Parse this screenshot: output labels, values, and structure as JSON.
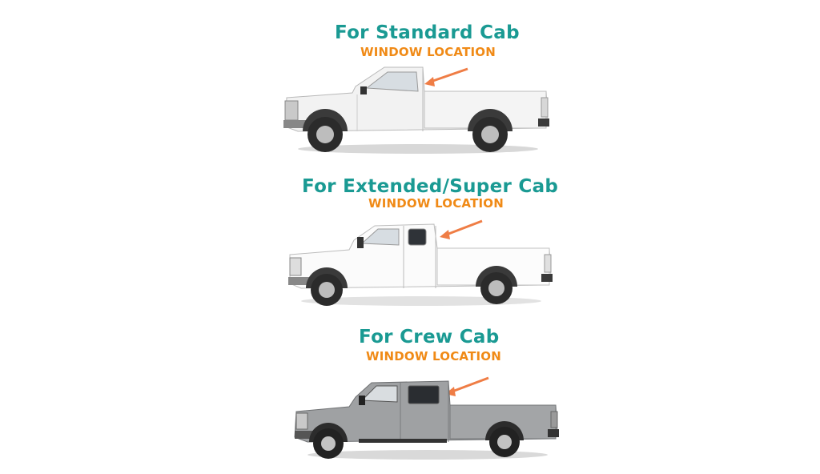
{
  "colors": {
    "title": "#1a9a93",
    "subtitle": "#f08a16",
    "arrow": "#ef7d45"
  },
  "sections": [
    {
      "title": "For Standard Cab",
      "subtitle": "WINDOW LOCATION",
      "truck_color": "#f2f2f2"
    },
    {
      "title": "For Extended/Super Cab",
      "subtitle": "WINDOW LOCATION",
      "truck_color": "#fbfbfb"
    },
    {
      "title": "For Crew Cab",
      "subtitle": "WINDOW LOCATION",
      "truck_color": "#9fa1a3"
    }
  ]
}
